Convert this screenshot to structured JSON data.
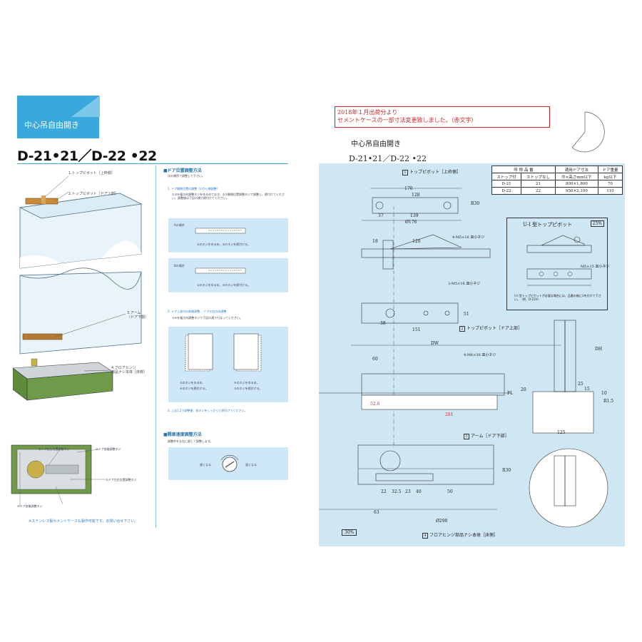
{
  "left_page": {
    "header_tag": "中心吊自由開き",
    "model_title": "D-21•21／D-22 •22",
    "door_callouts": [
      "1.トップピボット［上枠側］",
      "2.トップピボット［ドア上側］",
      "3.アーム\n（ドア下側）",
      "4.フロアヒンジ\n部品ナシ本体［床側］"
    ],
    "adjust_section": {
      "title": "■ドア位置調整方法",
      "intro": "次の順序で調整して下さい。",
      "step1": "1. ドア開閉位置の調整（①から順調整）",
      "step1_desc": "①③を幅方向調整ネジをゆるめておき、①②開閉位置調整ネジで調整し、締付けてください。調整後は下記の順で締付けてください。",
      "case_a": "Aの場合",
      "case_a_desc": "②のネジをゆるめ、③のネジを締付ける。",
      "case_b": "Bの場合",
      "case_b_desc": "②のネジをゆるめ、③のネジを締付ける。",
      "step2": "2. ドア上部付の前後調整… ドア左右方向調整",
      "step2_desc": "③④を幅方向調整ネジで下記の通り行なってください。",
      "left_desc_1": "③のネジをゆるめ、",
      "left_desc_2": "④のネジを締付ける。",
      "right_desc_1": "④のネジをゆるめ、",
      "right_desc_2": "③のネジを締付ける。",
      "step3": "3. 上記1.2で調整後、各ネジをしっかりと締付けてください。"
    },
    "speed_section": {
      "title": "■開扉速度調整方法",
      "desc": "調整弁を左右に廻して調整します。",
      "slow": "遅くなる",
      "fast": "速くなる"
    },
    "plan_callouts": [
      "①ドア左右位置調整ネジ",
      "③ドア前後調整ネジ",
      "②ドア左右位置調整ネジ",
      "④ドア前後調整ネジ"
    ],
    "footnote": "※ステンレス製セメントケースも製作可能です。お問い合せ下さい。"
  },
  "right_page": {
    "notice_line1": "2018年１月出荷分より",
    "notice_line2": "セメントケースの一部寸法変更致しました。（赤文字）",
    "category": "中心吊自由開き",
    "model": "D-21•21／D-22 •22",
    "spec_table": {
      "headers": [
        "呼 称 品 番",
        "",
        "適用ドア寸法",
        "ドア重量"
      ],
      "subheaders": [
        "ストップ付",
        "ストップなし",
        "巾×高さmm以下",
        "kg以下"
      ],
      "rows": [
        [
          "D-21",
          "21",
          "800×1,800",
          "70"
        ],
        [
          "D-22",
          "22",
          "950×2,100",
          "110"
        ]
      ]
    },
    "part1": "トップピボット［上枠側］",
    "part2": "トップピボット［ドア上部］",
    "part3": "アーム［ドア下部］",
    "part4": "フロアヒンジ部品ナシ本体［床側］",
    "ui_title": "U-I 型トップピボット",
    "ui_scale": "25%",
    "ui_note": "U-I 型トップピボットが必要な場合には、品番の後にUを付けて下さい。（例．D-22U）",
    "scale_bottom": "30%",
    "screw_labels": [
      "4-M5×16 皿小ネジ",
      "3-M5×16 皿小ネジ",
      "4-M6×30 皿小ネジ",
      "M5×15 皿小ネジ"
    ],
    "dims": [
      "170",
      "128",
      "Ø176",
      "139",
      "37",
      "R30",
      "18",
      "120",
      "38",
      "151",
      "51",
      "DW",
      "DH",
      "60",
      "52.6",
      "281",
      "125",
      "40",
      "50",
      "32.5",
      "R30",
      "22",
      "23",
      "63",
      "Ø298",
      "10",
      "15",
      "25",
      "R1.5",
      "20"
    ],
    "ground_label": "FL"
  },
  "colors": {
    "accent_blue": "#3aa8dc",
    "panel_blue": "#cfe8f7",
    "drawing_bg": "#cfe6f4",
    "notice_red": "#d9232a",
    "case_green": "#6f9a4a"
  }
}
